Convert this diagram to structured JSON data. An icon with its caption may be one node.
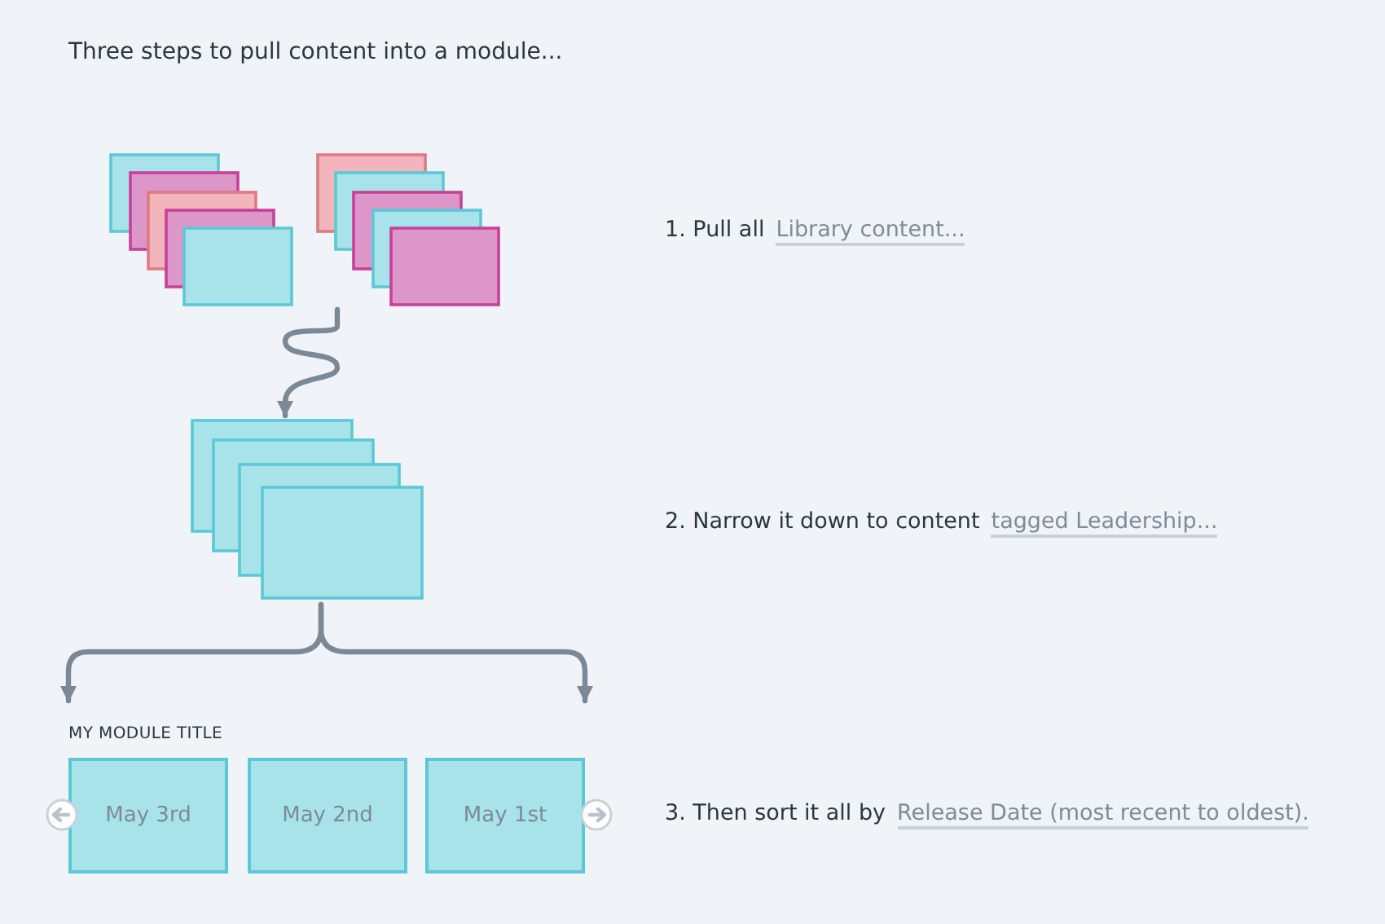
{
  "diagram": {
    "title": "Three steps to pull content into a module...",
    "nodes": [
      {
        "text": [],
        "shape": "box"
      },
      {
        "text": [],
        "shape": "box"
      },
      {
        "text": [],
        "shape": "box"
      },
      {
        "text": [
          "May 3rd"
        ]
      },
      {
        "text": [
          "May 2nd"
        ]
      },
      {
        "text": [
          "May 1st"
        ]
      }
    ],
    "edges": [
      {
        "from": 1,
        "to": 2,
        "arrow": "to"
      },
      {
        "from": 2,
        "to": 3,
        "arrow": "to"
      },
      {
        "from": 2,
        "to": 5,
        "arrow": "to"
      }
    ],
    "labels": [
      "1. Pull all",
      "Library content...",
      "2. Narrow it down to content",
      "tagged Leadership...",
      "MY MODULE TITLE",
      "3. Then sort it all by",
      "Release Date (most recent to oldest)."
    ]
  }
}
